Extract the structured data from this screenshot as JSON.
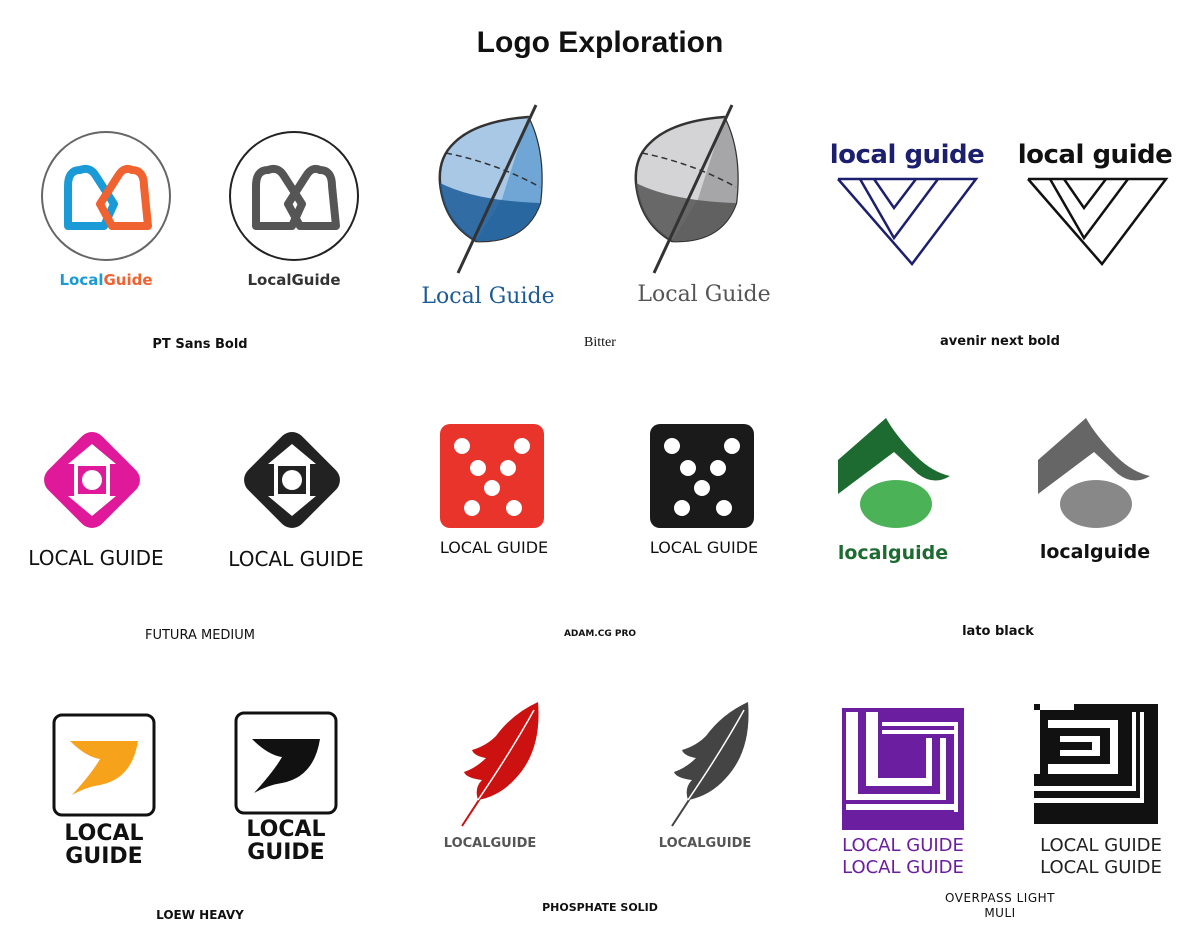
{
  "page": {
    "title": "Logo Exploration"
  },
  "colors": {
    "blue": "#1a9ad6",
    "orange": "#f0622f",
    "gray": "#555555",
    "navy": "#1b1f6e",
    "magenta": "#e0199a",
    "red": "#e8342b",
    "green_dark": "#1e6b32",
    "green_light": "#4cb257",
    "amber": "#f7a21b",
    "crimson": "#cc1111",
    "purple": "#6b1fa0"
  },
  "logos": [
    {
      "id": "m-loop",
      "caption": "PT Sans Bold",
      "color_wordmark_a": "Local",
      "color_wordmark_b": "Guide",
      "mono_wordmark": "LocalGuide",
      "icon": "m-loop-icon"
    },
    {
      "id": "globe",
      "caption": "Bitter",
      "color_wordmark": "Local Guide",
      "mono_wordmark": "Local Guide",
      "icon": "globe-pin-icon"
    },
    {
      "id": "triangle",
      "caption": "avenir next bold",
      "color_wordmark": "local guide",
      "mono_wordmark": "local guide",
      "icon": "triangle-v-icon"
    },
    {
      "id": "diamond",
      "caption": "FUTURA MEDIUM",
      "color_wordmark": "LOCAL GUIDE",
      "mono_wordmark": "LOCAL GUIDE",
      "icon": "diamond-target-icon"
    },
    {
      "id": "dice",
      "caption": "ADAM.CG PRO",
      "color_wordmark": "LOCAL GUIDE",
      "mono_wordmark": "LOCAL GUIDE",
      "icon": "dice-five-icon"
    },
    {
      "id": "roof",
      "caption": "lato black",
      "color_wordmark": "localguide",
      "mono_wordmark": "localguide",
      "icon": "roof-circle-icon"
    },
    {
      "id": "swoosh",
      "caption": "LOEW HEAVY",
      "color_wordmark_l1": "LOCAL",
      "color_wordmark_l2": "GUIDE",
      "mono_wordmark_l1": "LOCAL",
      "mono_wordmark_l2": "GUIDE",
      "icon": "swoosh-badge-icon"
    },
    {
      "id": "feather",
      "caption": "PHOSPHATE SOLID",
      "color_wordmark": "LOCALGUIDE",
      "mono_wordmark": "LOCALGUIDE",
      "icon": "feather-icon"
    },
    {
      "id": "maze",
      "caption_l1": "OVERPASS LIGHT",
      "caption_l2": "MULI",
      "color_wordmark_l1": "LOCAL GUIDE",
      "color_wordmark_l2": "LOCAL GUIDE",
      "mono_wordmark_l1": "LOCAL GUIDE",
      "mono_wordmark_l2": "LOCAL GUIDE",
      "icon": "maze-square-icon"
    }
  ]
}
